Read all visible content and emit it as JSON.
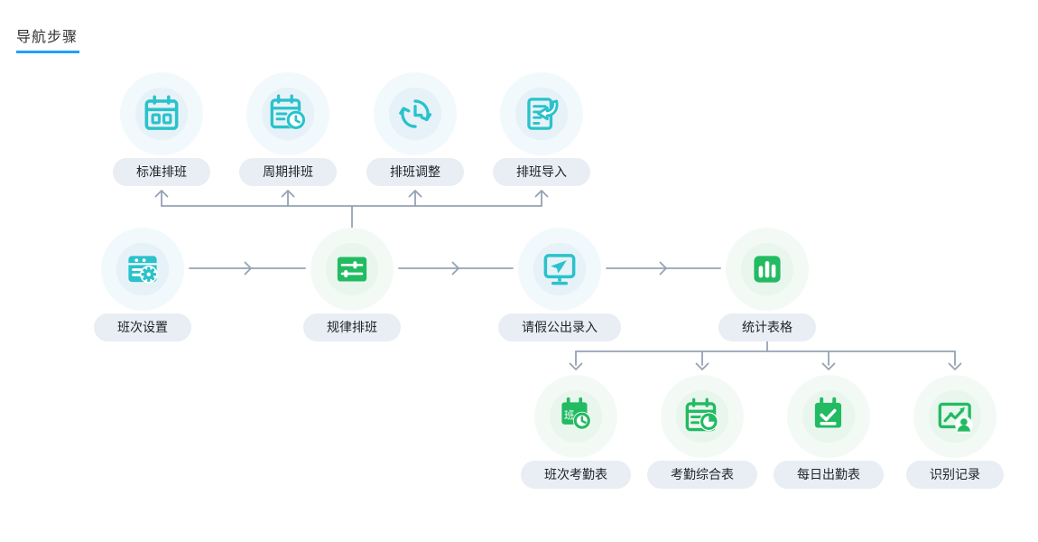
{
  "title": {
    "text": "导航步骤"
  },
  "colors": {
    "accent_blue": "#1E9FFF",
    "teal": "#2AC2CB",
    "green": "#22BB62",
    "teal_halo_inner": "#E7F2F8",
    "green_halo_inner": "#E9F6EE",
    "pill_bg": "#E9EDF4",
    "pill_text": "#20242B",
    "connector": "#96A2B4"
  },
  "flow": {
    "top": [
      {
        "label": "标准排班",
        "icon": "calendar-icon"
      },
      {
        "label": "周期排班",
        "icon": "calendar-clock-icon"
      },
      {
        "label": "排班调整",
        "icon": "history-clock-icon"
      },
      {
        "label": "排班导入",
        "icon": "import-document-icon"
      }
    ],
    "middle": [
      {
        "label": "班次设置",
        "icon": "shift-settings-gear-icon"
      },
      {
        "label": "规律排班",
        "icon": "sliders-icon"
      },
      {
        "label": "请假公出录入",
        "icon": "monitor-plane-icon"
      },
      {
        "label": "统计表格",
        "icon": "bar-chart-icon"
      }
    ],
    "bottom": [
      {
        "label": "班次考勤表",
        "icon": "shift-clock-calendar-icon"
      },
      {
        "label": "考勤综合表",
        "icon": "calendar-pie-icon"
      },
      {
        "label": "每日出勤表",
        "icon": "calendar-check-icon"
      },
      {
        "label": "识别记录",
        "icon": "screen-chart-person-icon"
      }
    ],
    "badge_char": "班"
  }
}
